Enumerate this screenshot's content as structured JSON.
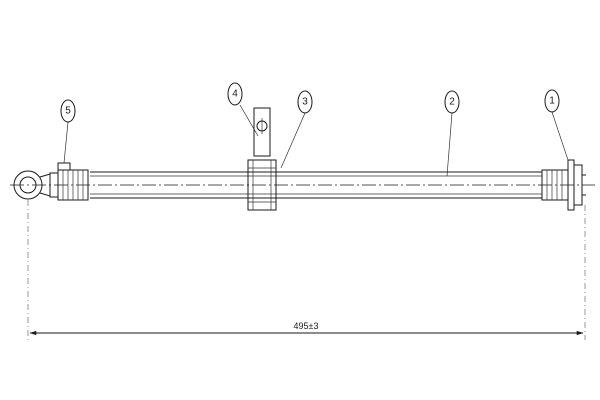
{
  "callouts": {
    "c1": "1",
    "c2": "2",
    "c3": "3",
    "c4": "4",
    "c5": "5"
  },
  "dimension": {
    "overall_length": "495±3"
  }
}
